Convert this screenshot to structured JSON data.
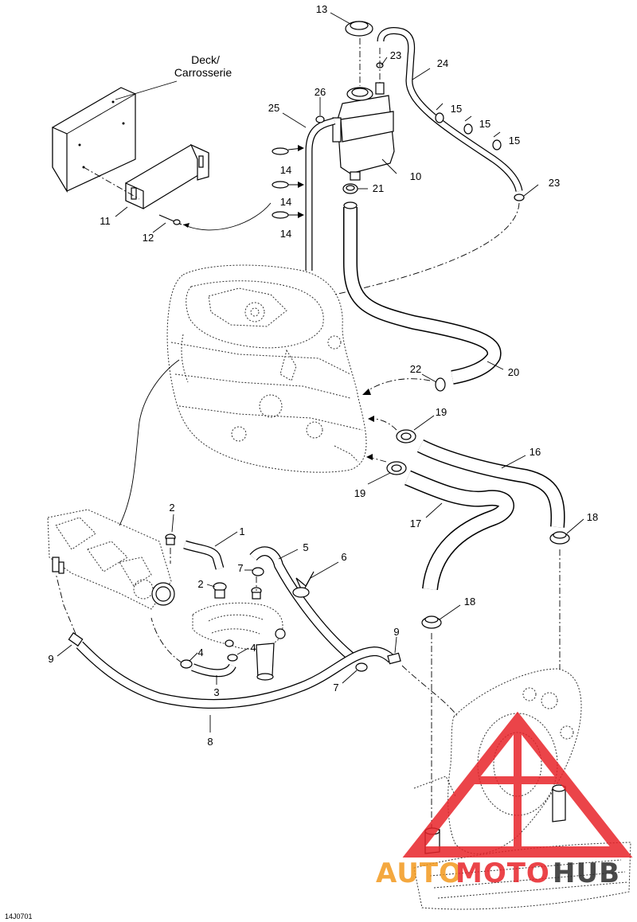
{
  "figure_id": "14J0701",
  "deck_label": "Deck/\nCarrosserie",
  "deck_label_lines": [
    "Deck/",
    "Carrosserie"
  ],
  "callouts": [
    "13",
    "23",
    "24",
    "26",
    "25",
    "15",
    "15",
    "15",
    "14",
    "14",
    "14",
    "10",
    "21",
    "23",
    "11",
    "12",
    "22",
    "20",
    "19",
    "16",
    "19",
    "17",
    "18",
    "2",
    "1",
    "5",
    "6",
    "2",
    "7",
    "4",
    "4",
    "3",
    "9",
    "9",
    "7",
    "18",
    "8"
  ],
  "watermark": {
    "parts": [
      "AUTO",
      "MOTO",
      "HUB"
    ],
    "colors": {
      "orange": "#f39a1e",
      "red": "#e8242a",
      "dark": "#2b2b2b"
    }
  },
  "colors": {
    "line": "#000000",
    "background": "#ffffff"
  }
}
